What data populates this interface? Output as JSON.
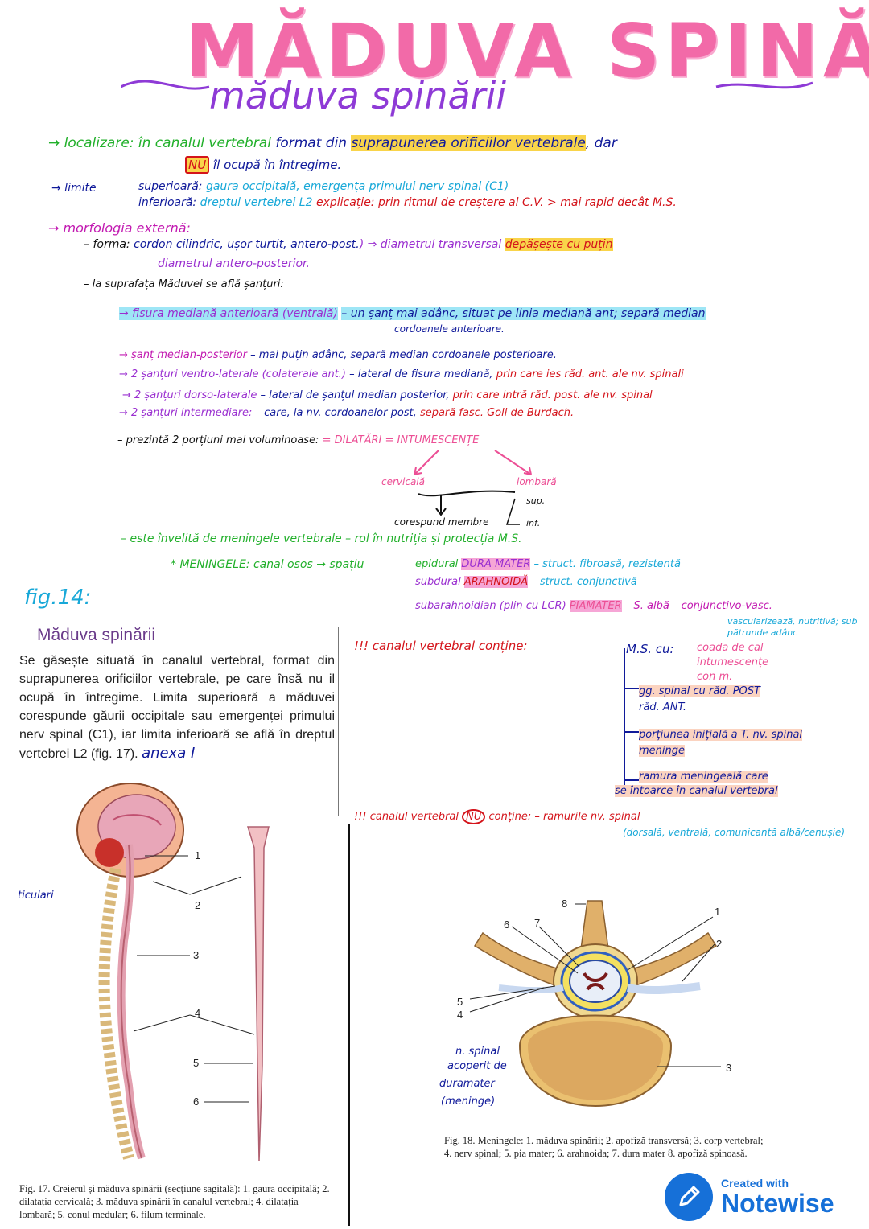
{
  "title": {
    "main": "MĂDUVA SPINĂRII",
    "sub": "măduva spinării"
  },
  "notes": {
    "loc_label": "→ localizare:",
    "loc_text1": "în canalul vertebral",
    "loc_text2": "format din",
    "loc_text3": "suprapunerea orificiilor vertebrale",
    "loc_text4": ", dar",
    "loc_nu": "NU",
    "loc_text5": "îl ocupă în întregime.",
    "lim_label": "→ limite",
    "lim_sup": "superioară:",
    "lim_sup_text": "gaura occipitală, emergența primului nerv spinal (C1)",
    "lim_inf": "inferioară:",
    "lim_inf_text": "dreptul vertebrei L2",
    "lim_expl": "explicație: prin ritmul de creștere al C.V. > mai rapid decât M.S.",
    "morf_label": "→ morfologia externă:",
    "forma_label": "– forma:",
    "forma_text1": "cordon cilindric, ușor turtit, antero-post.",
    "forma_text2": ") ⇒ diametrul transversal",
    "forma_text3": "depășește cu puțin",
    "forma_text4": "diametrul antero-posterior.",
    "suprafata": "– la suprafața Măduvei se află șanțuri:",
    "fis1": "→ fisura mediană anterioară (ventrală)",
    "fis1_text": "– un șanț mai adânc, situat pe linia mediană ant; separă median",
    "fis1_text2": "cordoanele anterioare.",
    "s2": "→ șanț median-posterior",
    "s2_text": "– mai puțin adânc, separă median cordoanele posterioare.",
    "s3": "→ 2 șanțuri ventro-laterale (colaterale ant.)",
    "s3_text": "– lateral de fisura mediană,",
    "s3_text2": "prin care ies răd. ant. ale nv. spinali",
    "s4": "→ 2 șanțuri dorso-laterale",
    "s4_text": "– lateral de șanțul median posterior,",
    "s4_text2": "prin care intră răd. post. ale nv. spinal",
    "s5": "→ 2 șanțuri intermediare:",
    "s5_text": "– care, la nv. cordoanelor post,",
    "s5_text2": "separă fasc. Goll de Burdach.",
    "prez": "– prezintă 2 porțiuni mai voluminoase:",
    "dilat": "= DILATĂRI = INTUMESCENȚE",
    "cervicala": "cervicală",
    "lombara": "lombară",
    "coresp": "corespund membre",
    "sup": "sup.",
    "inf": "inf.",
    "invelita": "– este învelită de meningele vertebrale – rol în nutriția și protecția M.S.",
    "men_label": "* MENINGELE:",
    "men_text": "canal osos → spațiu",
    "epidural": "epidural",
    "dura": "DURA MATER",
    "dura_desc": "– struct. fibroasă, rezistentă",
    "subdural": "subdural",
    "arahn": "ARAHNOIDĂ",
    "arahn_desc": "– struct. conjunctivă",
    "subarahn": "subarahnoidian (plin cu LCR)",
    "pia": "PIAMATER",
    "pia_desc": "– S. albă – conjunctivo-vasc.",
    "pia_desc2": "vascularizează, nutritivă; sub",
    "pia_desc3": "pătrunde adânc",
    "fig14": "fig.14:",
    "cv_contine": "!!! canalul vertebral conține:",
    "ms_cu": "M.S. cu:",
    "coada": "coada de cal",
    "intum": "intumescențe",
    "con": "con m.",
    "gg": "gg. spinal cu răd. POST",
    "rad_ant": "răd. ANT.",
    "portiunea": "porțiunea inițială a T. nv. spinal",
    "meninge": "meninge",
    "ramura": "ramura meningeală care",
    "ramura2": "se întoarce în canalul vertebral",
    "nu_contine1": "!!! canalul vertebral",
    "nu_contine_nu": "NU",
    "nu_contine2": "conține: – ramurile nv. spinal",
    "nu_contine3": "(dorsală, ventrală, comunicantă albă/cenușie)",
    "nerv_label1": "n. spinal",
    "nerv_label2": "acoperit de",
    "nerv_label3": "duramater",
    "nerv_label4": "(meninge)",
    "anexa": "anexa I",
    "side_word": "ticulari"
  },
  "book": {
    "title": "Măduva spinării",
    "paragraph": "Se găsește situată în canalul vertebral, format din suprapunerea orificiilor vertebrale, pe care însă nu il ocupă în întregime. Limita superioară a măduvei corespunde găurii occipitale sau emergenței primului nerv spinal (C1), iar limita inferioară se află în dreptul vertebrei L2 (fig. 17).",
    "fig17_caption": "Fig. 17. Creierul și măduva spinării (secțiune sagitală): 1. gaura occipitală; 2. dilatația cervicală; 3. măduva spinării în canalul vertebral; 4. dilatația lombară; 5. conul medular; 6. filum terminale.",
    "fig18_caption": "Fig. 18. Meningele: 1. măduva spinării; 2. apofiză transversă; 3. corp vertebral; 4. nerv spinal; 5. pia mater; 6. arahnoida; 7. dura mater 8. apofiză spinoasă.",
    "fig17_numbers": [
      "1",
      "2",
      "3",
      "4",
      "5",
      "6"
    ],
    "fig18_numbers": [
      "8",
      "1",
      "6",
      "7",
      "2",
      "5",
      "4",
      "3"
    ]
  },
  "badge": {
    "small": "Created with",
    "big": "Notewise"
  }
}
